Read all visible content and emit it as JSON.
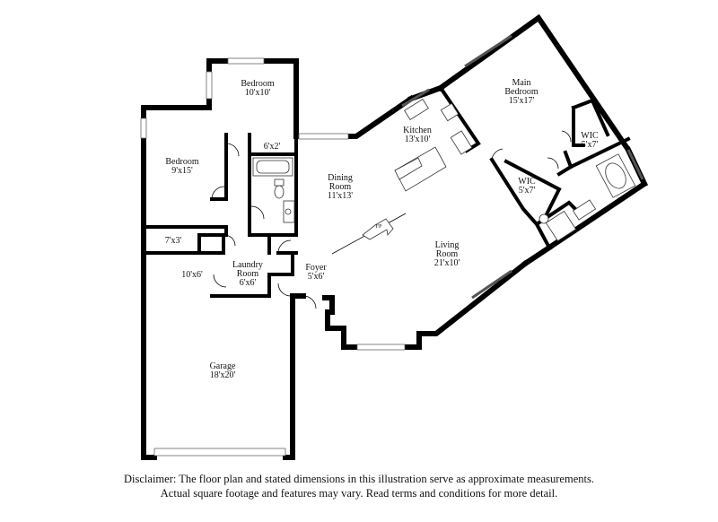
{
  "rooms": {
    "bedroom_top": {
      "name": "Bedroom",
      "dims": "10'x10'"
    },
    "bedroom_left": {
      "name": "Bedroom",
      "dims": "9'x15'"
    },
    "closet_6x2": {
      "dims": "6'x2'"
    },
    "closet_7x3": {
      "dims": "7'x3'"
    },
    "storage_10x6": {
      "dims": "10'x6'"
    },
    "laundry": {
      "name1": "Laundry",
      "name2": "Room",
      "dims": "6'x6'"
    },
    "foyer": {
      "name": "Foyer",
      "dims": "5'x6'"
    },
    "dining": {
      "name1": "Dining",
      "name2": "Room",
      "dims": "11'x13'"
    },
    "kitchen": {
      "name": "Kitchen",
      "dims": "13'x10'"
    },
    "main_bedroom": {
      "name1": "Main",
      "name2": "Bedroom",
      "dims": "15'x17'"
    },
    "wic_right": {
      "name": "WIC",
      "dims": "5'x7'"
    },
    "wic_center": {
      "name": "WIC",
      "dims": "5'x7'"
    },
    "living": {
      "name1": "Living",
      "name2": "Room",
      "dims": "21'x10'"
    },
    "garage": {
      "name": "Garage",
      "dims": "18'x20'"
    },
    "fireplace": {
      "label": "FP"
    }
  },
  "disclaimer": {
    "line1": "Disclaimer: The floor plan and stated dimensions in this illustration serve as approximate measurements.",
    "line2": "Actual square footage and features may vary. Read terms and conditions for more detail."
  }
}
